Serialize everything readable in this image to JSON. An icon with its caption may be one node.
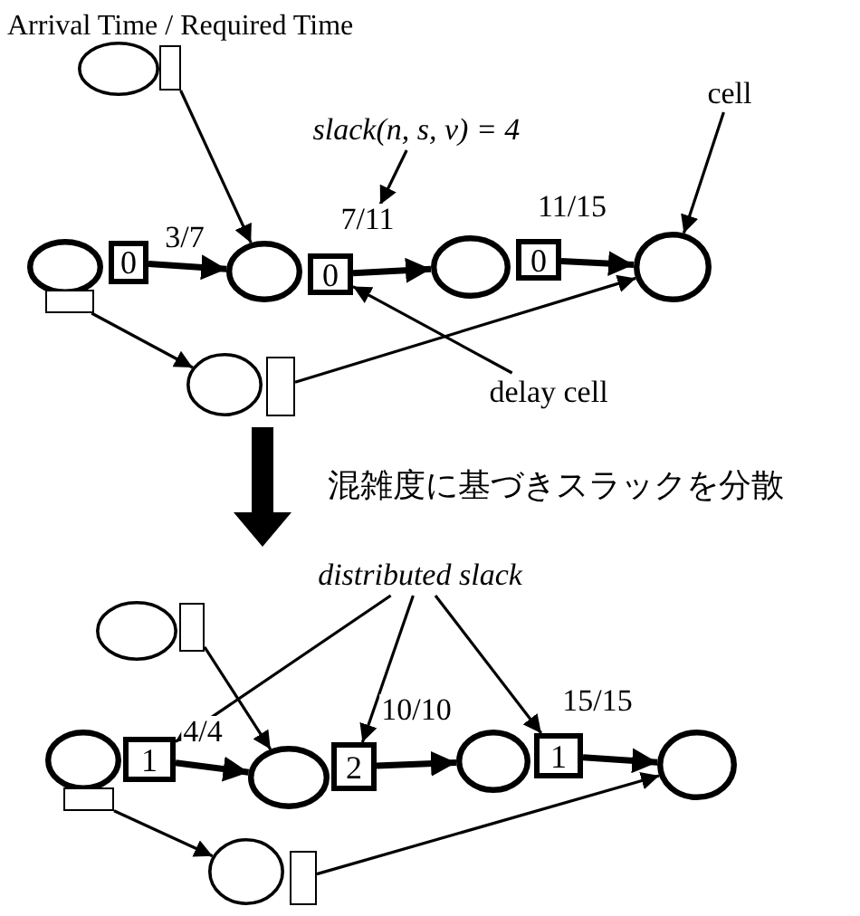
{
  "diagram": {
    "title": "Arrival Time / Required Time",
    "nodes": [
      {
        "text": [],
        "shape": "ellipse"
      },
      {
        "text": [],
        "shape": "box"
      },
      {
        "text": [
          "slack(n, s, v) = 4"
        ]
      },
      {
        "text": [
          "cell"
        ]
      },
      {
        "text": [],
        "shape": "ellipse"
      },
      {
        "text": [
          "0"
        ]
      },
      {
        "text": [],
        "shape": "box"
      },
      {
        "text": [],
        "shape": "ellipse"
      },
      {
        "text": [
          "0"
        ]
      },
      {
        "text": [],
        "shape": "ellipse"
      },
      {
        "text": [
          "0"
        ]
      },
      {
        "text": [],
        "shape": "circle"
      },
      {
        "text": [],
        "shape": "ellipse"
      },
      {
        "text": [],
        "shape": "box"
      },
      {
        "text": [
          "delay cell"
        ]
      },
      {
        "text": [
          "distributed slack"
        ]
      },
      {
        "text": [],
        "shape": "ellipse"
      },
      {
        "text": [],
        "shape": "box"
      },
      {
        "text": [],
        "shape": "ellipse"
      },
      {
        "text": [
          "1"
        ]
      },
      {
        "text": [],
        "shape": "box"
      },
      {
        "text": [],
        "shape": "ellipse"
      },
      {
        "text": [
          "2"
        ]
      },
      {
        "text": [],
        "shape": "ellipse"
      },
      {
        "text": [
          "1"
        ]
      },
      {
        "text": [],
        "shape": "circle"
      },
      {
        "text": [],
        "shape": "ellipse"
      },
      {
        "text": [],
        "shape": "box"
      }
    ],
    "edges": [
      {
        "from": 1,
        "to": 7,
        "arrow": "to"
      },
      {
        "from": 5,
        "to": 7,
        "arrow": "to",
        "label": "3/7",
        "style": "thick"
      },
      {
        "from": 8,
        "to": 9,
        "arrow": "to",
        "label": "7/11",
        "style": "thick"
      },
      {
        "from": 10,
        "to": 11,
        "arrow": "to",
        "label": "11/15",
        "style": "thick"
      },
      {
        "from": 6,
        "to": 12,
        "arrow": "to"
      },
      {
        "from": 13,
        "to": 11,
        "arrow": "to"
      },
      {
        "from": 2,
        "to": null,
        "arrow": "to"
      },
      {
        "from": 3,
        "to": 11,
        "arrow": "to"
      },
      {
        "from": 14,
        "to": 8,
        "arrow": "to"
      },
      {
        "from": 17,
        "to": 21,
        "arrow": "to"
      },
      {
        "from": 19,
        "to": 21,
        "arrow": "to",
        "label": "4/4",
        "style": "thick"
      },
      {
        "from": 22,
        "to": 23,
        "arrow": "to",
        "label": "10/10",
        "style": "thick"
      },
      {
        "from": 24,
        "to": 25,
        "arrow": "to",
        "label": "15/15",
        "style": "thick"
      },
      {
        "from": 20,
        "to": 26,
        "arrow": "to"
      },
      {
        "from": 27,
        "to": 25,
        "arrow": "to"
      },
      {
        "from": 15,
        "to": 19,
        "arrow": "to"
      },
      {
        "from": 15,
        "to": 22,
        "arrow": "to"
      },
      {
        "from": 15,
        "to": 24,
        "arrow": "to"
      }
    ],
    "labels": [
      "混雑度に基づきスラックを分散"
    ]
  }
}
